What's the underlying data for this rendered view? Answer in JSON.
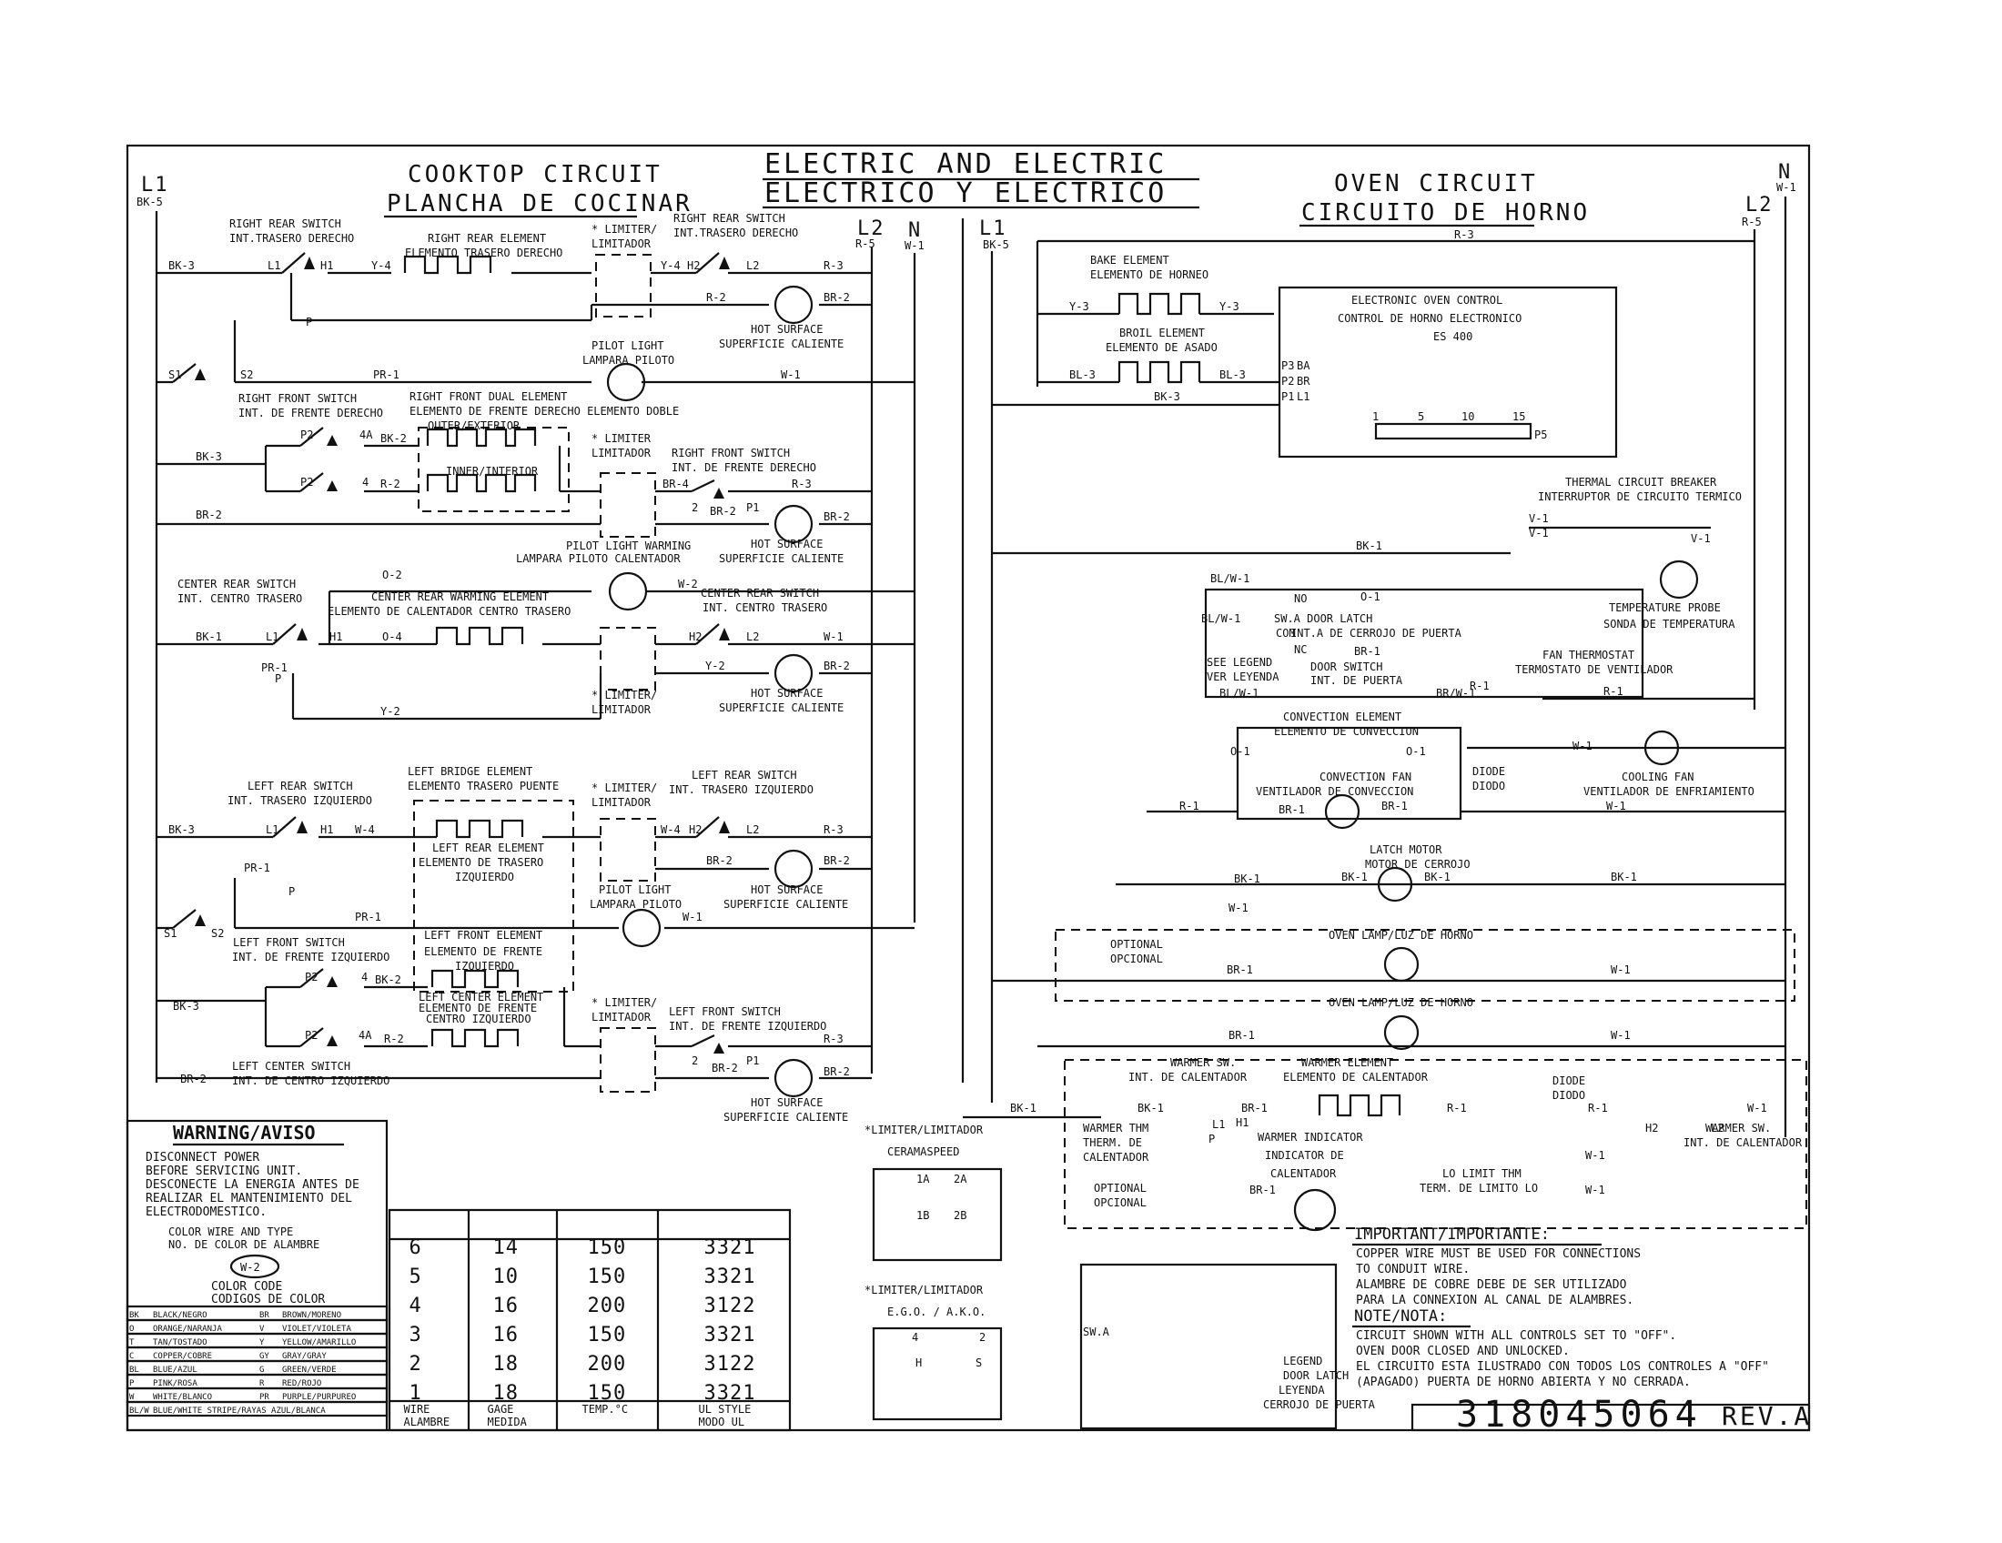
{
  "title": {
    "line1": "ELECTRIC AND ELECTRIC",
    "line2": "ELECTRICO Y ELECTRICO"
  },
  "cooktop": {
    "title": "COOKTOP CIRCUIT",
    "subtitle": "PLANCHA DE COCINAR"
  },
  "oven": {
    "title": "OVEN CIRCUIT",
    "subtitle": "CIRCUITO DE HORNO"
  },
  "buses": {
    "l1_left": "L1",
    "l1_left_code": "BK-5",
    "l2_mid": "L2",
    "l2_mid_code": "R-5",
    "n_mid": "N",
    "n_mid_code": "W-1",
    "l1_mid": "L1",
    "l1_mid_code": "BK-5",
    "l2_right": "L2",
    "l2_right_code": "R-5",
    "n_right": "N",
    "n_right_code": "W-1"
  },
  "cooktop_labels": [
    "RIGHT REAR SWITCH",
    "INT.TRASERO DERECHO",
    "RIGHT REAR ELEMENT",
    "ELEMENTO TRASERO DERECHO",
    "* LIMITER/",
    "LIMITADOR",
    "RIGHT REAR SWITCH",
    "INT.TRASERO DERECHO",
    "HOT SURFACE",
    "SUPERFICIE CALIENTE",
    "PILOT LIGHT",
    "LAMPARA PILOTO",
    "RIGHT FRONT SWITCH",
    "INT. DE FRENTE DERECHO",
    "RIGHT FRONT DUAL ELEMENT",
    "ELEMENTO DE FRENTE DERECHO ELEMENTO DOBLE",
    "OUTER/EXTERIOR",
    "INNER/INTERIOR",
    "* LIMITER",
    "LIMITADOR",
    "RIGHT FRONT SWITCH",
    "INT. DE FRENTE DERECHO",
    "HOT SURFACE",
    "SUPERFICIE CALIENTE",
    "PILOT LIGHT WARMING",
    "LAMPARA PILOTO CALENTADOR",
    "CENTER REAR SWITCH",
    "INT. CENTRO TRASERO",
    "CENTER REAR WARMING ELEMENT",
    "ELEMENTO DE CALENTADOR CENTRO TRASERO",
    "CENTER REAR SWITCH",
    "INT. CENTRO TRASERO",
    "* LIMITER/",
    "LIMITADOR",
    "HOT SURFACE",
    "SUPERFICIE CALIENTE",
    "LEFT REAR SWITCH",
    "INT. TRASERO IZQUIERDO",
    "LEFT BRIDGE ELEMENT",
    "ELEMENTO TRASERO PUENTE",
    "* LIMITER/",
    "LIMITADOR",
    "LEFT REAR SWITCH",
    "INT. TRASERO IZQUIERDO",
    "LEFT REAR ELEMENT",
    "ELEMENTO DE TRASERO",
    "IZQUIERDO",
    "PILOT LIGHT",
    "LAMPARA PILOTO",
    "HOT SURFACE",
    "SUPERFICIE CALIENTE",
    "LEFT FRONT SWITCH",
    "INT. DE FRENTE IZQUIERDO",
    "LEFT FRONT ELEMENT",
    "ELEMENTO DE FRENTE",
    "IZQUIERDO",
    "LEFT CENTER ELEMENT",
    "ELEMENTO DE FRENTE",
    "CENTRO IZQUIERDO",
    "* LIMITER/",
    "LIMITADOR",
    "LEFT FRONT SWITCH",
    "INT. DE FRENTE IZQUIERDO",
    "LEFT CENTER SWITCH",
    "INT. DE CENTRO IZQUIERDO",
    "HOT SURFACE",
    "SUPERFICIE CALIENTE",
    "*LIMITER/LIMITADOR",
    "CERAMASPEED",
    "*LIMITER/LIMITADOR",
    "E.G.O. / A.K.O."
  ],
  "wire_codes": [
    "BK-3",
    "Y-4",
    "Y-4",
    "R-3",
    "R-2",
    "BR-2",
    "PR-1",
    "W-1",
    "BK-3",
    "BK-2",
    "R-2",
    "BR-2",
    "BR-4",
    "R-3",
    "BR-2",
    "BR-2",
    "O-2",
    "W-2",
    "BK-1",
    "O-4",
    "W-1",
    "PR-1",
    "Y-2",
    "BR-2",
    "Y-2",
    "BK-3",
    "W-4",
    "W-4",
    "R-3",
    "PR-1",
    "BR-2",
    "BR-2",
    "PR-1",
    "W-1",
    "BK-3",
    "BK-2",
    "R-2",
    "R-3",
    "BR-2",
    "BR-2",
    "BR-2",
    "R-3",
    "Y-3",
    "Y-3",
    "BL-3",
    "BL-3",
    "BK-3",
    "V-1",
    "V-1",
    "V-1",
    "BK-1",
    "BL/W-1",
    "O-1",
    "BL/W-1",
    "BR-1",
    "BL/W-1",
    "BR/W-1",
    "R-1",
    "O-1",
    "O-1",
    "R-1",
    "W-1",
    "BR-1",
    "BR-1",
    "R-1",
    "W-1",
    "BK-1",
    "BK-1",
    "BK-1",
    "BK-1",
    "W-1",
    "BR-1",
    "W-1",
    "BR-1",
    "W-1",
    "BK-1",
    "BK-1",
    "BR-1",
    "R-1",
    "R-1",
    "W-1",
    "W-1",
    "BR-1",
    "W-1"
  ],
  "terminals": [
    "L1",
    "H1",
    "H2",
    "L2",
    "P",
    "S1",
    "S2",
    "P2",
    "4A",
    "P2",
    "4",
    "2",
    "P1",
    "L1",
    "H1",
    "H2",
    "L2",
    "P",
    "L1",
    "H1",
    "H2",
    "L2",
    "P",
    "S1",
    "S2",
    "P2",
    "4",
    "P2",
    "4A",
    "2",
    "P1",
    "1A",
    "2A",
    "1B",
    "2B",
    "4",
    "2",
    "H",
    "S",
    "P3",
    "P2",
    "P1",
    "BA",
    "BR",
    "L1",
    "1",
    "5",
    "10",
    "15",
    "P5",
    "NO",
    "COM",
    "NC",
    "L1",
    "P",
    "H1",
    "H2",
    "L2"
  ],
  "oven_labels": [
    "BAKE ELEMENT",
    "ELEMENTO DE HORNEO",
    "BROIL ELEMENT",
    "ELEMENTO DE ASADO",
    "ELECTRONIC OVEN CONTROL",
    "CONTROL DE HORNO ELECTRONICO",
    "ES 400",
    "THERMAL CIRCUIT BREAKER",
    "INTERRUPTOR DE CIRCUITO TERMICO",
    "TEMPERATURE PROBE",
    "SONDA DE TEMPERATURA",
    "SW.A DOOR LATCH",
    "INT.A DE CERROJO DE PUERTA",
    "SEE LEGEND",
    "VER LEYENDA",
    "DOOR SWITCH",
    "INT. DE PUERTA",
    "FAN THERMOSTAT",
    "TERMOSTATO DE VENTILADOR",
    "CONVECTION ELEMENT",
    "ELEMENTO DE CONVECCION",
    "CONVECTION FAN",
    "VENTILADOR DE CONVECCION",
    "DIODE",
    "DIODO",
    "COOLING FAN",
    "VENTILADOR DE ENFRIAMIENTO",
    "LATCH MOTOR",
    "MOTOR DE CERROJO",
    "OPTIONAL",
    "OPCIONAL",
    "OVEN LAMP/LUZ DE HORNO",
    "OVEN LAMP/LUZ DE HORNO",
    "WARMER SW.",
    "INT. DE CALENTADOR",
    "WARMER ELEMENT",
    "ELEMENTO DE CALENTADOR",
    "DIODE",
    "DIODO",
    "WARMER THM",
    "THERM. DE",
    "CALENTADOR",
    "WARMER INDICATOR",
    "INDICATOR DE",
    "CALENTADOR",
    "LO LIMIT THM",
    "TERM. DE LIMITO LO",
    "WARMER SW.",
    "INT. DE CALENTADOR",
    "OPTIONAL",
    "OPCIONAL",
    "SW.A",
    "LEGEND",
    "DOOR LATCH",
    "LEYENDA",
    "CERROJO DE PUERTA"
  ],
  "warning": {
    "heading": "WARNING/AVISO",
    "lines": [
      "DISCONNECT POWER",
      "BEFORE SERVICING UNIT.",
      "DESCONECTE LA ENERGIA ANTES DE",
      "REALIZAR EL MANTENIMIENTO DEL",
      "ELECTRODOMESTICO."
    ],
    "wire_type_lines": [
      "COLOR WIRE AND TYPE",
      "NO. DE COLOR DE ALAMBRE"
    ],
    "wire_example": "W-2",
    "color_heading": [
      "COLOR CODE",
      "CODIGOS DE COLOR"
    ]
  },
  "color_codes": [
    [
      "BK",
      "BLACK/NEGRO",
      "BR",
      "BROWN/MORENO"
    ],
    [
      "O",
      "ORANGE/NARANJA",
      "V",
      "VIOLET/VIOLETA"
    ],
    [
      "T",
      "TAN/TOSTADO",
      "Y",
      "YELLOW/AMARILLO"
    ],
    [
      "C",
      "COPPER/COBRE",
      "GY",
      "GRAY/GRAY"
    ],
    [
      "BL",
      "BLUE/AZUL",
      "G",
      "GREEN/VERDE"
    ],
    [
      "P",
      "PINK/ROSA",
      "R",
      "RED/ROJO"
    ],
    [
      "W",
      "WHITE/BLANCO",
      "PR",
      "PURPLE/PURPUREO"
    ],
    [
      "BL/W",
      "BLUE/WHITE STRIPE/RAYAS AZUL/BLANCA",
      "",
      ""
    ]
  ],
  "wire_table": {
    "rows": [
      [
        "6",
        "14",
        "150",
        "3321"
      ],
      [
        "5",
        "10",
        "150",
        "3321"
      ],
      [
        "4",
        "16",
        "200",
        "3122"
      ],
      [
        "3",
        "16",
        "150",
        "3321"
      ],
      [
        "2",
        "18",
        "200",
        "3122"
      ],
      [
        "1",
        "18",
        "150",
        "3321"
      ]
    ],
    "footer": [
      [
        "WIRE",
        "ALAMBRE"
      ],
      [
        "GAGE",
        "MEDIDA"
      ],
      [
        "TEMP.°C",
        ""
      ],
      [
        "UL STYLE",
        "MODO UL"
      ]
    ]
  },
  "important": {
    "heading": "IMPORTANT/IMPORTANTE:",
    "lines": [
      "COPPER WIRE MUST BE USED FOR CONNECTIONS",
      "TO CONDUIT WIRE.",
      "ALAMBRE DE COBRE DEBE DE SER UTILIZADO",
      "PARA LA CONNEXION AL CANAL DE ALAMBRES."
    ],
    "note_heading": "NOTE/NOTA:",
    "note_lines": [
      "CIRCUIT SHOWN WITH ALL CONTROLS SET TO \"OFF\".",
      "OVEN DOOR CLOSED AND UNLOCKED.",
      "EL CIRCUITO ESTA ILUSTRADO CON TODOS LOS CONTROLES A \"OFF\"",
      "(APAGADO) PUERTA DE HORNO ABIERTA Y NO CERRADA."
    ]
  },
  "part_number": "318045064",
  "revision": "REV.A"
}
